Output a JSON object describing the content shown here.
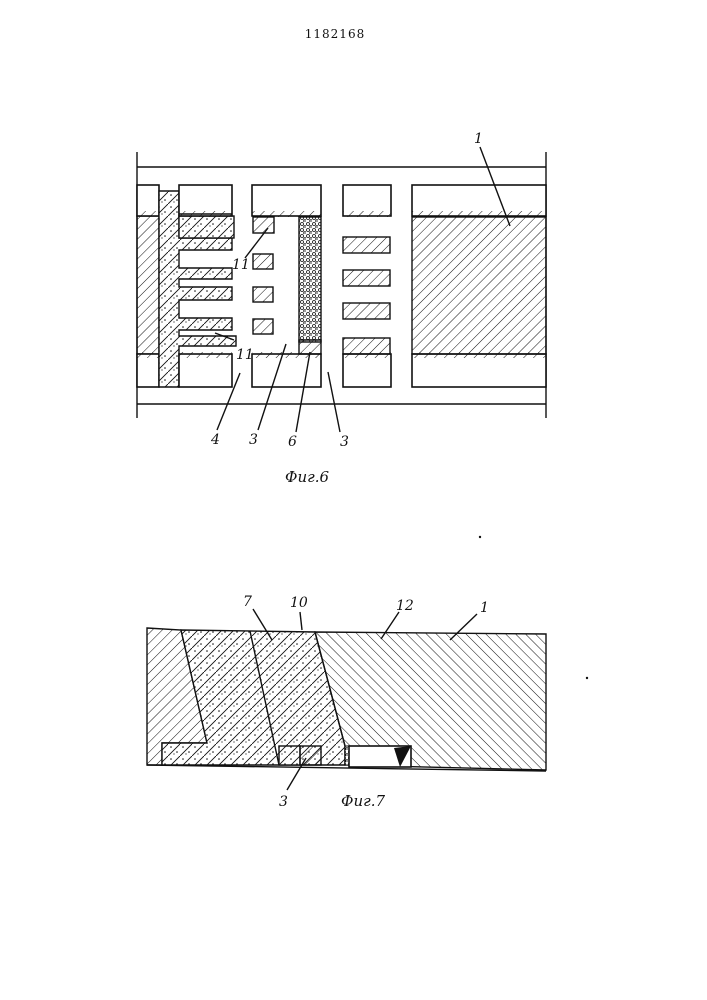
{
  "page": {
    "patent_number": "1182168"
  },
  "fig6": {
    "caption": "Фиг.6",
    "labels": {
      "l1": "1",
      "l11a": "11",
      "l11b": "11",
      "l4": "4",
      "l3a": "3",
      "l6": "6",
      "l3b": "3"
    }
  },
  "fig7": {
    "caption": "Фиг.7",
    "labels": {
      "l7": "7",
      "l10": "10",
      "l12": "12",
      "l1": "1",
      "l3": "3"
    }
  },
  "colors": {
    "ink": "#111111",
    "paper": "#ffffff"
  }
}
